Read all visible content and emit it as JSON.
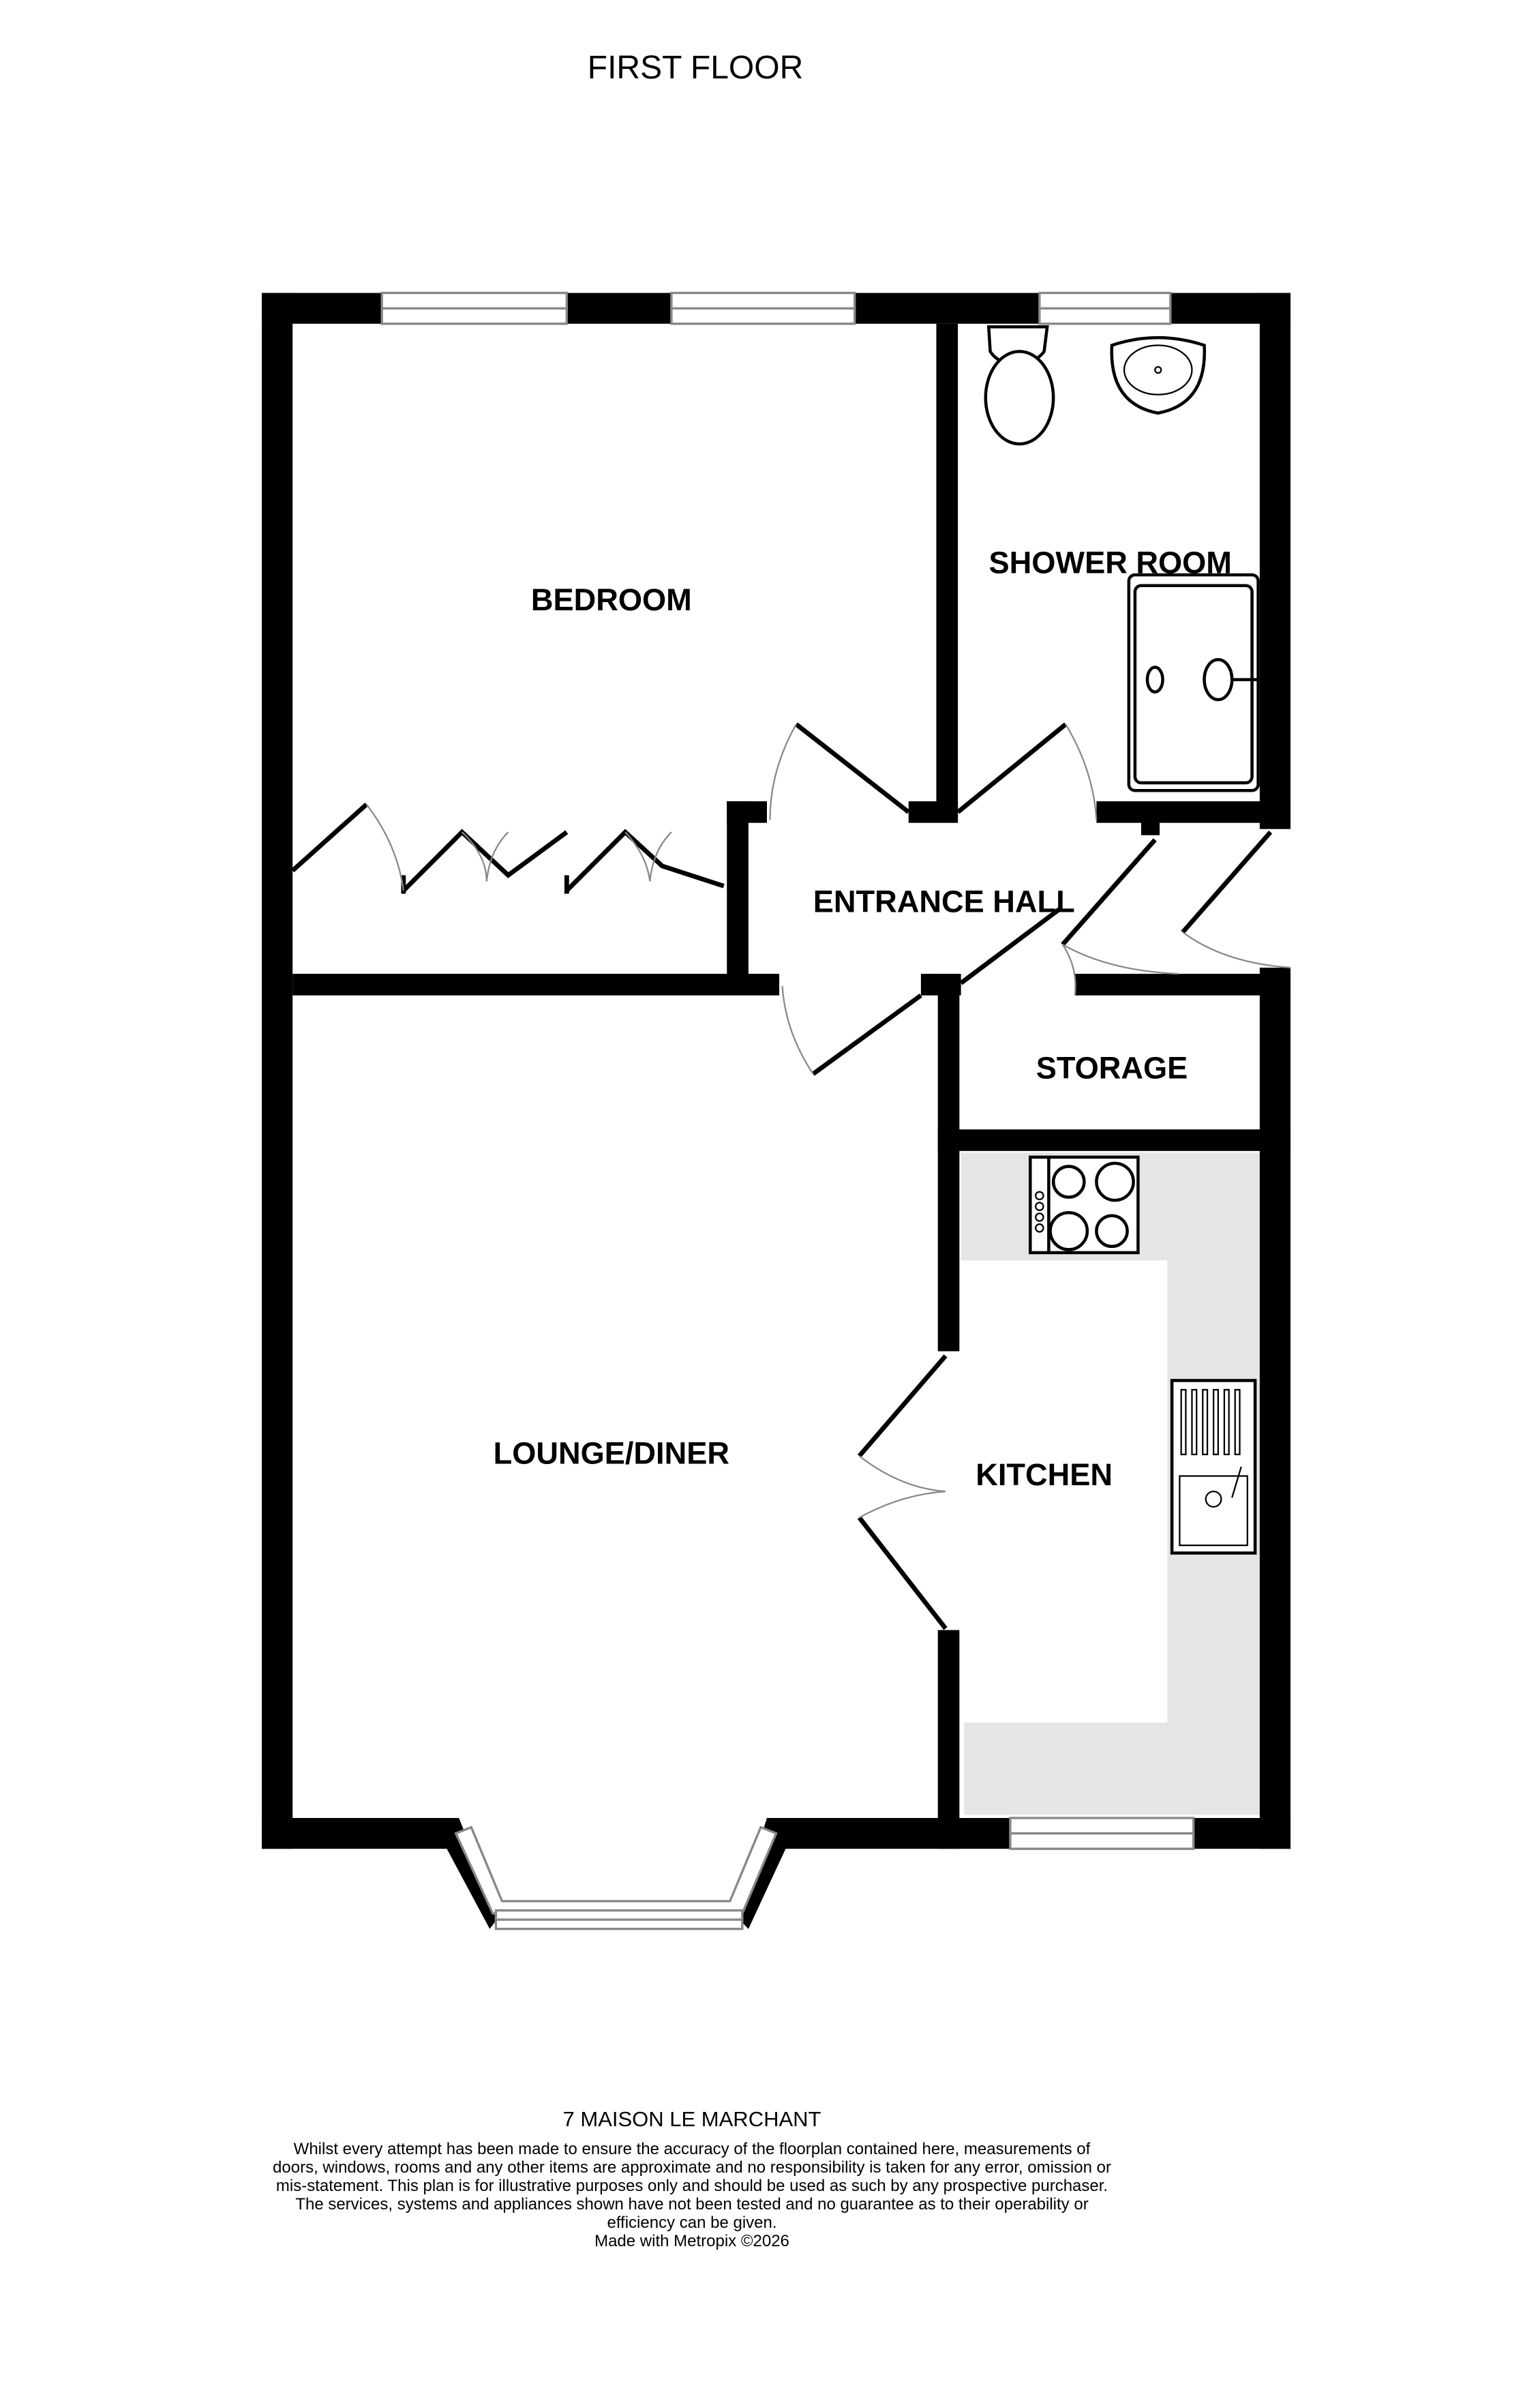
{
  "plan": {
    "title": "FIRST FLOOR",
    "address": "7 MAISON LE MARCHANT",
    "disclaimer": "Whilst every attempt has been made to ensure the accuracy of the floorplan contained here, measurements of doors, windows, rooms and any other items are approximate and no responsibility is taken for any error, omission or mis-statement. This plan is for illustrative purposes only and should be used as such by any prospective purchaser. The services, systems and appliances shown have not been tested and no guarantee as to their operability or efficiency can be given.",
    "credit": "Made with Metropix ©2026"
  },
  "rooms": {
    "bedroom": "BEDROOM",
    "shower_room": "SHOWER ROOM",
    "entrance_hall": "ENTRANCE HALL",
    "storage": "STORAGE",
    "lounge_diner": "LOUNGE/DINER",
    "kitchen": "KITCHEN"
  },
  "colors": {
    "wall": "#000000",
    "worktop": "#e5e5e5",
    "window": "#888888"
  }
}
